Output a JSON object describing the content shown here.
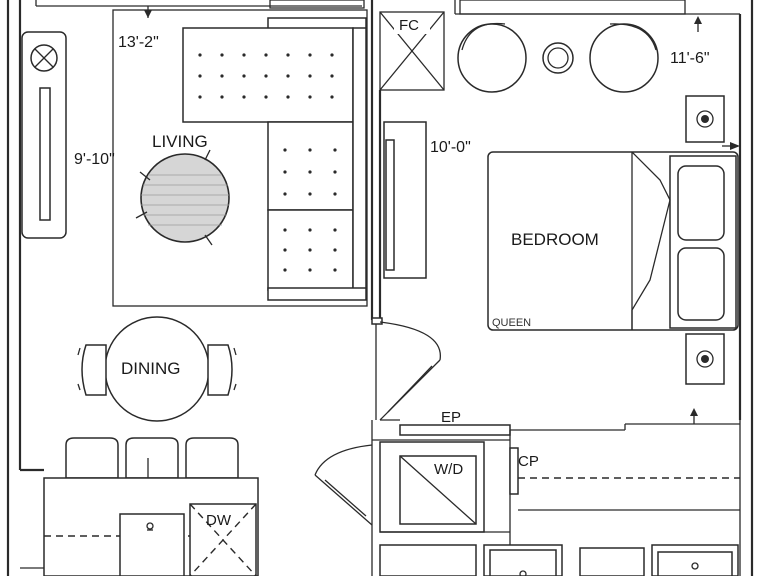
{
  "rooms": {
    "living": "LIVING",
    "dining": "DINING",
    "bedroom": "BEDROOM",
    "bed_size": "QUEEN"
  },
  "dimensions": {
    "living_width": "13'-2\"",
    "living_length": "9'-10\"",
    "bedroom_width": "11'-6\"",
    "bedroom_length": "10'-0\""
  },
  "fixtures": {
    "fan_coil": "FC",
    "electrical_panel": "EP",
    "washer_dryer": "W/D",
    "coat_closet": "CP",
    "dishwasher": "DW"
  }
}
